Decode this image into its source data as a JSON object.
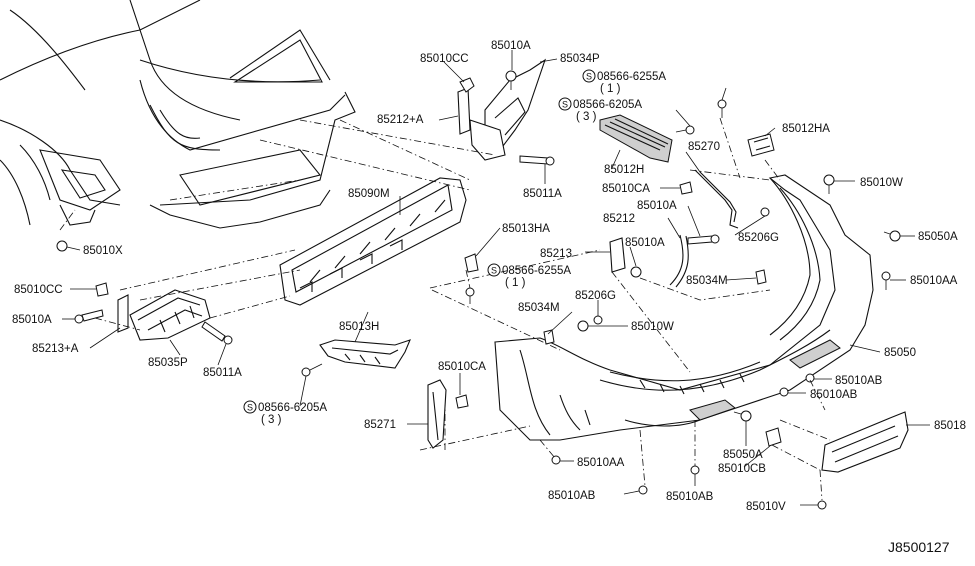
{
  "diagram_code": "J8500127",
  "labels": {
    "l_85010cc_top": "85010CC",
    "l_85010a_top": "85010A",
    "l_85034p": "85034P",
    "l_08566_6255a_top": "08566-6255A",
    "l_qty1_top": "( 1 )",
    "l_08566_6205a_top": "08566-6205A",
    "l_qty3_top": "( 3 )",
    "l_85012ha": "85012HA",
    "l_85212a": "85212+A",
    "l_85012h": "85012H",
    "l_85270": "85270",
    "l_85010w_right": "85010W",
    "l_85010ca_top": "85010CA",
    "l_85011a_top": "85011A",
    "l_85010a_mid": "85010A",
    "l_85090m": "85090M",
    "l_85206g_right": "85206G",
    "l_85050a_right": "85050A",
    "l_85212": "85212",
    "l_85010a_small": "85010A",
    "l_85013ha": "85013HA",
    "l_85213": "85213",
    "l_08566_6255a_mid": "08566-6255A",
    "l_qty1_mid": "( 1 )",
    "l_85010x": "85010X",
    "l_85034m_right": "85034M",
    "l_85010aa_right": "85010AA",
    "l_85010cc_left": "85010CC",
    "l_85206g_mid": "85206G",
    "l_85034m_mid": "85034M",
    "l_85010a_left": "85010A",
    "l_85010w_mid": "85010W",
    "l_85213a": "85213+A",
    "l_85013h": "85013H",
    "l_85050": "85050",
    "l_85035p": "85035P",
    "l_85011a_left": "85011A",
    "l_85010ca_mid": "85010CA",
    "l_85010ab_r1": "85010AB",
    "l_85010ab_r2": "85010AB",
    "l_08566_6205a_bot": "08566-6205A",
    "l_qty3_bot": "( 3 )",
    "l_85018": "85018",
    "l_85271": "85271",
    "l_85050a_bot": "85050A",
    "l_85010aa_bot": "85010AA",
    "l_85010cb": "85010CB",
    "l_85010ab_b1": "85010AB",
    "l_85010ab_b2": "85010AB",
    "l_85010v": "85010V"
  }
}
